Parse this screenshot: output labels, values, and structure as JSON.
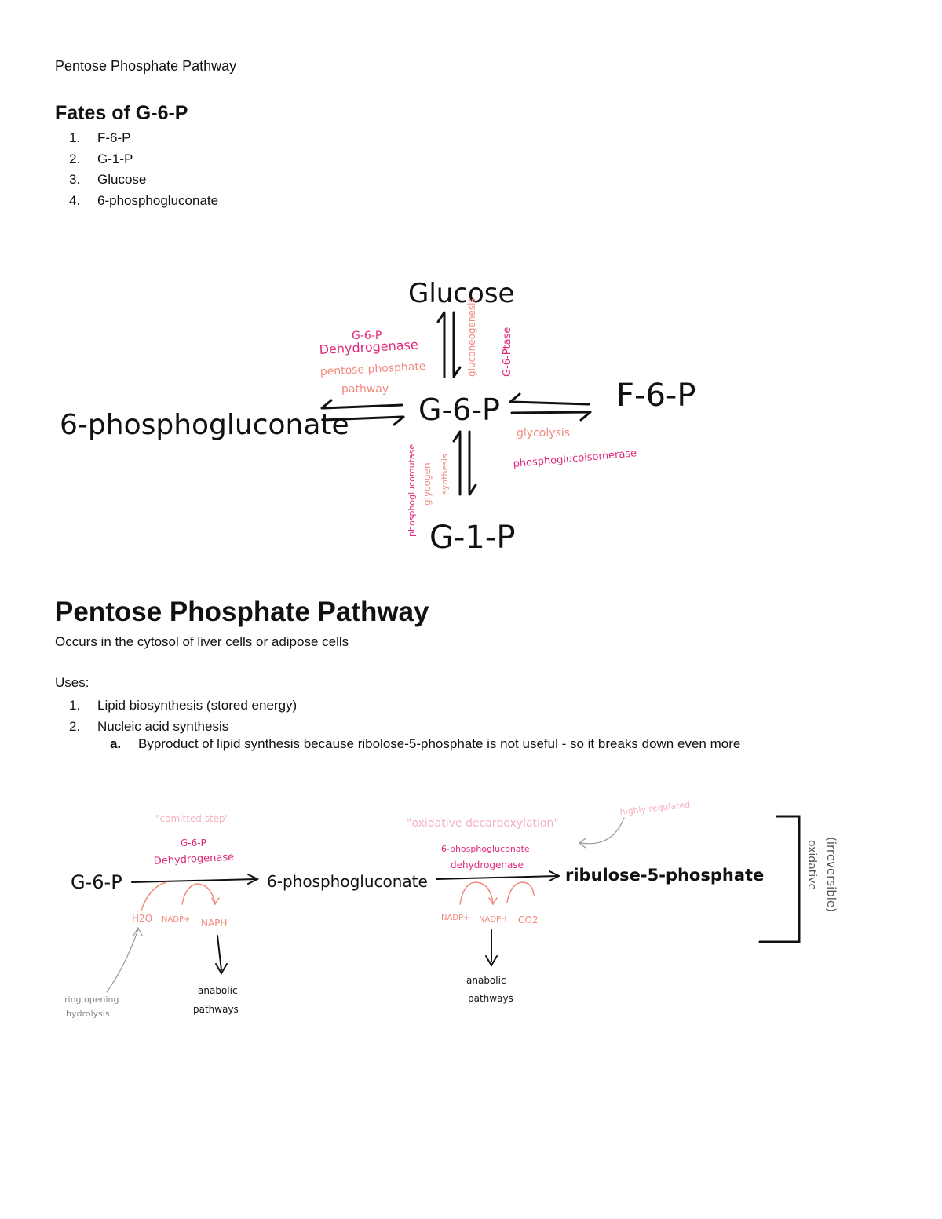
{
  "header": {
    "title": "Pentose Phosphate Pathway"
  },
  "fates": {
    "heading": "Fates of G-6-P",
    "items": [
      {
        "num": "1.",
        "text": "F-6-P"
      },
      {
        "num": "2.",
        "text": "G-1-P"
      },
      {
        "num": "3.",
        "text": "Glucose"
      },
      {
        "num": "4.",
        "text": "6-phosphogluconate"
      }
    ]
  },
  "diagram1": {
    "center": "G-6-P",
    "top": "Glucose",
    "right": "F-6-P",
    "left": "6-phosphogluconate",
    "bottom": "G-1-P",
    "left_enzyme_1": "G-6-P",
    "left_enzyme_2": "Dehydrogenase",
    "left_process_1": "pentose phosphate",
    "left_process_2": "pathway",
    "top_process": "gluconeogenesis",
    "top_enzyme": "G-6-Ptase",
    "right_process": "glycolysis",
    "right_enzyme": "phosphoglucoisomerase",
    "bottom_enzyme": "phosphoglucomutase",
    "bottom_process_1": "glycogen",
    "bottom_process_2": "synthesis"
  },
  "ppp": {
    "heading": "Pentose Phosphate Pathway",
    "location": "Occurs in the cytosol of liver cells or adipose cells",
    "uses_label": "Uses:",
    "uses": [
      {
        "num": "1.",
        "text": "Lipid biosynthesis (stored energy)"
      },
      {
        "num": "2.",
        "text": "Nucleic acid synthesis"
      }
    ],
    "sub": {
      "letter": "a.",
      "text": "Byproduct of lipid synthesis because ribolose-5-phosphate is not useful - so it breaks down even more"
    }
  },
  "diagram2": {
    "start": "G-6-P",
    "mid": "6-phosphogluconate",
    "end": "ribulose-5-phosphate",
    "committed_note": "\"comitted step\"",
    "enzyme1_a": "G-6-P",
    "enzyme1_b": "Dehydrogenase",
    "h2o": "H2O",
    "nadp1": "NADP+",
    "naph": "NAPH",
    "anabolic1_a": "anabolic",
    "anabolic1_b": "pathways",
    "ring_a": "ring opening",
    "ring_b": "hydrolysis",
    "oxid_note": "\"oxidative decarboxylation\"",
    "regulated_note": "highly regulated",
    "enzyme2_a": "6-phosphogluconate",
    "enzyme2_b": "dehydrogenase",
    "nadp2": "NADP+",
    "nadph": "NADPH",
    "co2": "CO2",
    "anabolic2_a": "anabolic",
    "anabolic2_b": "pathways",
    "irreversible": "(irreversible)",
    "oxidative": "oxidative"
  },
  "colors": {
    "ink": "#111111",
    "pink": "#e0287a",
    "salmon": "#f08a7e",
    "light_pink": "#f5b3c0",
    "gray": "#888888"
  }
}
